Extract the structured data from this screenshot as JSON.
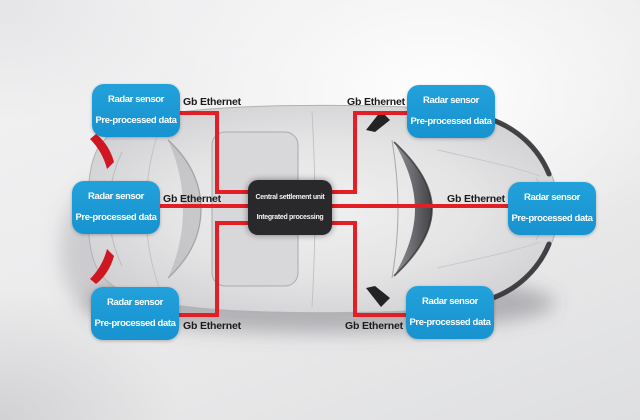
{
  "sensors": [
    {
      "position": "top-left",
      "line1": "Radar sensor",
      "line2": "Pre-processed data"
    },
    {
      "position": "top-right",
      "line1": "Radar sensor",
      "line2": "Pre-processed data"
    },
    {
      "position": "middle-left",
      "line1": "Radar sensor",
      "line2": "Pre-processed data"
    },
    {
      "position": "middle-right",
      "line1": "Radar sensor",
      "line2": "Pre-processed data"
    },
    {
      "position": "bottom-left",
      "line1": "Radar sensor",
      "line2": "Pre-processed data"
    },
    {
      "position": "bottom-right",
      "line1": "Radar sensor",
      "line2": "Pre-processed data"
    }
  ],
  "central_unit": {
    "line1": "Central settlement unit",
    "line2": "Integrated processing"
  },
  "ethernet_labels": [
    "Gb Ethernet",
    "Gb Ethernet",
    "Gb Ethernet",
    "Gb Ethernet",
    "Gb Ethernet",
    "Gb Ethernet"
  ],
  "colors": {
    "sensor_box_blue": "#1b9ad4",
    "central_unit_dark": "#29292b",
    "link_red": "#e41e25",
    "label_text": "#1b1b1b",
    "tail_light_red": "#cf1722"
  }
}
